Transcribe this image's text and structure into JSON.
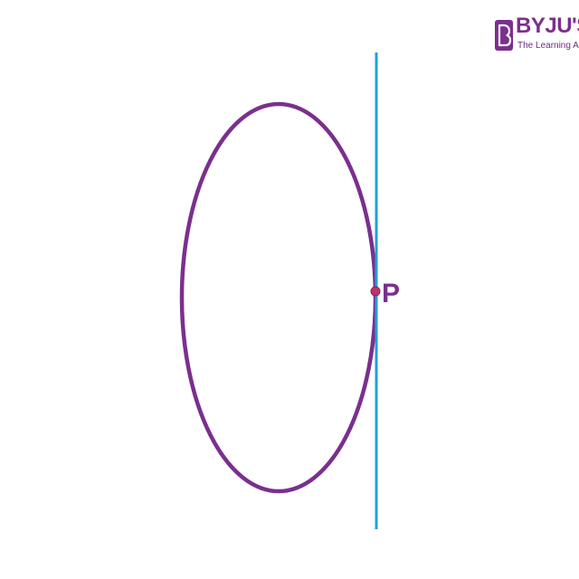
{
  "diagram": {
    "point_label": "P"
  },
  "logo": {
    "name": "BYJU'S",
    "tagline": "The Learning App"
  },
  "colors": {
    "curve": "#7b2f8e",
    "tangent_line": "#1ea1d8",
    "point": "#c0306a",
    "label": "#7b2f8e",
    "brand": "#7b2f8e"
  }
}
